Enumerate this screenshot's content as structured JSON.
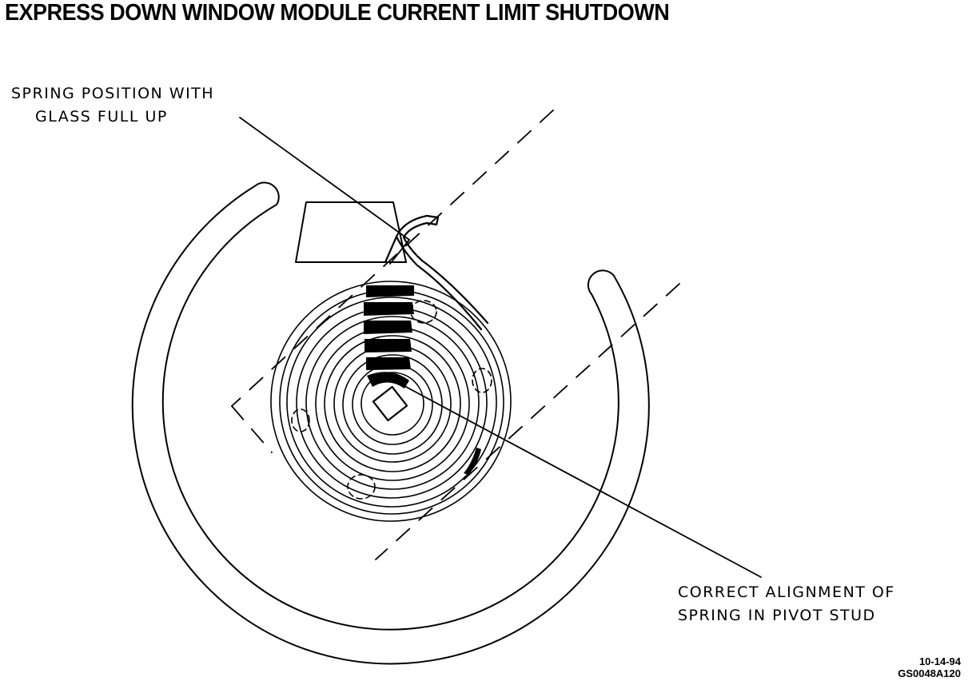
{
  "title": "EXPRESS DOWN WINDOW MODULE CURRENT LIMIT SHUTDOWN",
  "callouts": {
    "spring_position": {
      "line1": "SPRING POSITION WITH",
      "line2": "GLASS FULL UP"
    },
    "correct_alignment": {
      "line1": "CORRECT ALIGNMENT OF",
      "line2": "SPRING IN PIVOT STUD"
    }
  },
  "stamp": {
    "date": "10-14-94",
    "code": "GS0048A120"
  }
}
